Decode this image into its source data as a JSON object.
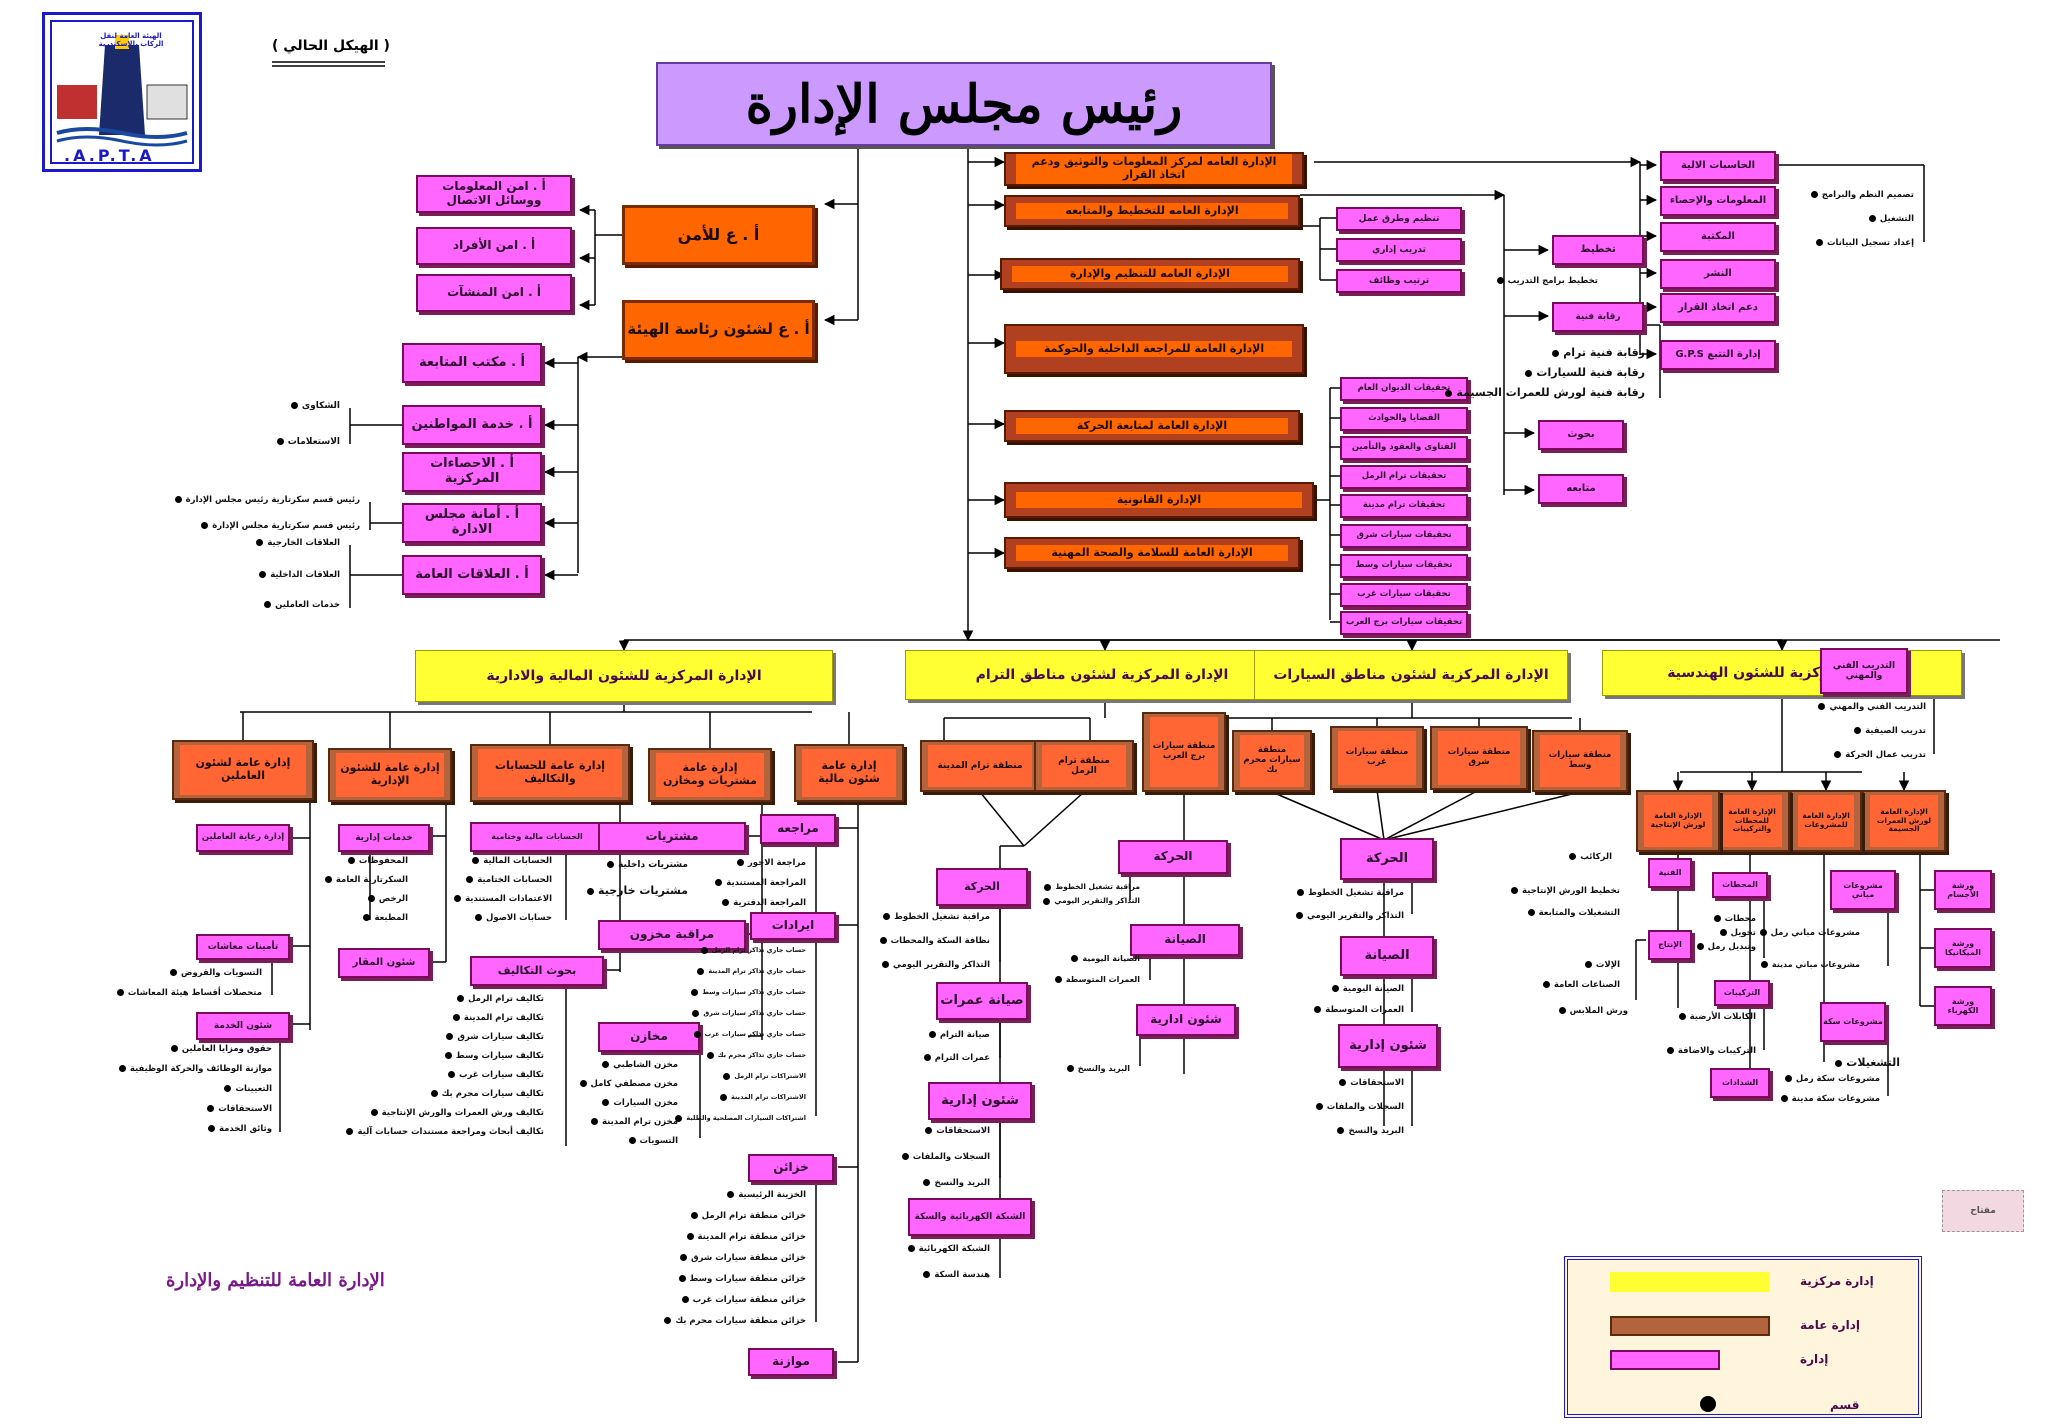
{
  "header": {
    "current_structure": "( الهيكل الحالي )",
    "logo_text": "A.P.T.A.",
    "logo_caption": "الهيئة العامة لنقل الركاب بالإسكندرية",
    "chairman": "رئيس مجلس الإدارة",
    "footer_title": "الإدارة العامة للتنظيم والإدارة"
  },
  "colors": {
    "chairman_fill": "#cc99ff",
    "central_fill": "#ffff33",
    "general_fill": "#ff6600",
    "general_border": "#b04020",
    "dept_fill": "#ff66ff",
    "legend_border": "#1a1acc",
    "legend_fill": "#fff5dd"
  },
  "left_security": {
    "security_gm": "أ . ع للأمن",
    "presidency_gm": "أ . ع لشئون رئاسة الهيئة",
    "security_depts": [
      "أ . امن المعلومات ووسائل الاتصال",
      "أ . امن الأفراد",
      "أ . امن المنشآت"
    ],
    "presidency_depts": [
      "أ . مكتب المتابعة",
      "أ . خدمة المواطنين",
      "أ . الاحصاءات المركزية",
      "أ . أمانة مجلس الادارة",
      "أ . العلاقات العامة"
    ],
    "citizens_items": [
      "الشكاوى",
      "الاستعلامات"
    ],
    "board_items": [
      "رئيس قسم سكرتارية رئيس مجلس الإدارة",
      "رئيس قسم سكرتارية مجلس الإدارة"
    ],
    "pr_items": [
      "العلاقات الخارجية",
      "العلاقات الداخلية",
      "خدمات العاملين"
    ]
  },
  "general_admins": [
    "الإدارة العامه لمركز المعلومات والتوثيق ودعم اتخاذ القرار",
    "الإدارة العامه للتخطيط والمتابعه",
    "الإدارة العامه للتنظيم والإدارة",
    "الإدارة العامة للمراجعة الداخلية والحوكمة",
    "الإدارة العامة لمتابعة الحركة",
    "الإدارة القانونية",
    "الإدارة العامة للسلامة والصحة المهنية"
  ],
  "org_depts": [
    "تنظيم وطرق عمل",
    "تدريب إداري",
    "ترتيب وظائف"
  ],
  "legal_depts": [
    "تحقيقات الديوان العام",
    "القضايا والحوادث",
    "الفتاوى والعقود والتأمين",
    "تحقيقات ترام الرمل",
    "تحقيقات ترام مدينة",
    "تحقيقات سيارات شرق",
    "تحقيقات سيارات وسط",
    "تحقيقات سيارات غرب",
    "تحقيقات سيارات برج العرب"
  ],
  "planning": {
    "depts": [
      "تخطيط",
      "رقابة فنية",
      "بحوث",
      "متابعه"
    ],
    "planning_item": "تخطيط برامج التدريب",
    "control_items": [
      "رقابة فنية ترام",
      "رقابة فنية للسيارات",
      "رقابة فنية لورش للعمرات الجسيمة"
    ]
  },
  "info_center": {
    "depts": [
      "الحاسبات الالية",
      "المعلومات والإحصاء",
      "المكتبة",
      "النشر",
      "دعم اتخاذ القرار",
      "إدارة التتبع G.P.S"
    ],
    "computer_items": [
      "تصميم النظم والبرامج",
      "التشغيل",
      "إعداد تسجيل البيانات"
    ]
  },
  "central_admins": [
    "الإدارة المركزية للشئون المالية والادارية",
    "الإدارة المركزية لشئون مناطق الترام",
    "الإدارة المركزية لشئون مناطق السيارات",
    "الإدارة المركزية للشئون الهندسية"
  ],
  "finance": {
    "general": [
      "إدارة عامة لشئون العاملين",
      "إدارة عامة للشئون الإدارية",
      "إدارة عامة للحسابات والتكاليف",
      "إدارة عامة مشتريات ومخازن",
      "إدارة عامة شئون مالية"
    ],
    "staff_depts": [
      "إدارة رعاية العاملين",
      "تأمينات معاشات",
      "شئون الخدمة"
    ],
    "pension_items": [
      "التسويات والقروض",
      "متحصلات أقساط هيئة المعاشات"
    ],
    "service_items": [
      "حقوق ومزايا العاملين",
      "موازنة الوظائف والحركة الوظيفية",
      "التعيينات",
      "الاستحقاقات",
      "وثائق الخدمة"
    ],
    "admin_depts": [
      "خدمات إدارية",
      "شئون المقار"
    ],
    "admin_items": [
      "المحفوظات",
      "السكرتارية العامة",
      "الرخص",
      "المطبعة"
    ],
    "acc_depts": [
      "الحسابات مالية وختامية",
      "بحوث التكاليف"
    ],
    "acc_items": [
      "الحسابات المالية",
      "الحسابات الختامية",
      "الاعتمادات المستندية",
      "حسابات الاصول"
    ],
    "cost_items": [
      "تكاليف ترام الرمل",
      "تكاليف ترام المدينة",
      "تكاليف سيارات شرق",
      "تكاليف سيارات وسط",
      "تكاليف سيارات غرب",
      "تكاليف سيارات محرم بك",
      "تكاليف ورش العمرات والورش الإنتاجية",
      "تكاليف أبحاث ومراجعة مستندات حسابات آلية"
    ],
    "purch_depts": [
      "مشتريات",
      "مراقبة مخزون",
      "مخازن"
    ],
    "purch_items": [
      "مشتريات داخلية",
      "مشتريات خارجية"
    ],
    "store_items": [
      "مخزن الشاطبي",
      "مخزن مصطفي كامل",
      "مخزن السيارات",
      "مخزن ترام المدينة",
      "التسويات"
    ],
    "fin_depts": [
      "مراجعه",
      "ايرادات",
      "خزائن",
      "موازنة"
    ],
    "review_items": [
      "مراجعة الاجور",
      "المراجعة المستندية",
      "المراجعة الدفترية"
    ],
    "revenue_items": [
      "حساب جاري تذاكر ترام الرمل",
      "حساب جاري تذاكر ترام المدينة",
      "حساب جاري تذاكر سيارات وسط",
      "حساب جاري تذاكر سيارات شرق",
      "حساب جاري تذاكر سيارات غرب",
      "حساب جاري تذاكر محرم بك",
      "الاشتراكات ترام الرمل",
      "الاشتراكات ترام المدينة",
      "اشتراكات السيارات المصلحية والطلبة"
    ],
    "treasury_items": [
      "الخزينة الرئيسية",
      "خزائن منطقة ترام الرمل",
      "خزائن منطقة ترام المدينة",
      "خزائن منطقة سيارات شرق",
      "خزائن منطقة سيارات وسط",
      "خزائن منطقة سيارات غرب",
      "خزائن منطقة سيارات محرم بك"
    ]
  },
  "tram": {
    "zones": [
      "منطقة ترام المدينة",
      "منطقة ترام الرمل"
    ],
    "depts": [
      "الحركة",
      "صيانة عمرات",
      "شئون إدارية",
      "الشبكة الكهربائية والسكة"
    ],
    "movement_items": [
      "مراقبة تشغيل الخطوط",
      "نظافة السكة والمحطات",
      "التذاكر والتقرير اليومي"
    ],
    "maint_items": [
      "صيانة الترام",
      "عمرات الترام"
    ],
    "admin_items": [
      "الاستحقاقات",
      "السجلات والملفات",
      "البريد والنسخ"
    ],
    "network_items": [
      "الشبكة الكهربائية",
      "هندسة السكة"
    ]
  },
  "bus": {
    "zones": [
      "منطقة سيارات برج العرب",
      "منطقة سيارات محرم بك",
      "منطقة سيارات غرب",
      "منطقة سيارات شرق",
      "منطقة سيارات وسط"
    ],
    "bg_depts": [
      "الحركة",
      "الصيانة",
      "شئون ادارية"
    ],
    "bg_move_items": [
      "مراقبة تشغيل الخطوط",
      "التذاكر والتقرير اليومي"
    ],
    "bg_maint_items": [
      "الصيانة اليومية",
      "العمرات المتوسطة"
    ],
    "bg_admin_items": [
      "البريد والنسخ"
    ],
    "depts": [
      "الحركة",
      "الصيانة",
      "شئون إدارية"
    ],
    "move_items": [
      "مراقبة تشغيل الخطوط",
      "التذاكر والتقرير اليومي"
    ],
    "maint_items": [
      "الصيانة اليومية",
      "العمرات المتوسطة"
    ],
    "admin_items": [
      "الاستحقاقات",
      "السجلات والملفات",
      "البريد والنسخ"
    ]
  },
  "engineering": {
    "training": "التدريب الفني والمهني",
    "training_items": [
      "التدريب الفني والمهني",
      "تدريب الصيفية",
      "تدريب عمال الحركة"
    ],
    "general": [
      "الإدارة العامة لورش العمرات الجسيمة",
      "الإدارة العامة للمشروعات",
      "الإدارة العامة للمحطات والتركيبات",
      "الإدارة العامة لورش الإنتاجية"
    ],
    "prod_items": [
      "الركائب",
      "تخطيط الورش الإنتاجية",
      "التشغيلات والمتابعة"
    ],
    "prod_depts": [
      "الفنية",
      "الإنتاج"
    ],
    "tech_items": [
      "الإلات",
      "الصناعات العامة"
    ],
    "prod_item2": "ورش الملابس",
    "station_depts": [
      "المحطات",
      "التركيبات",
      "الشدادات"
    ],
    "station_items": [
      "محطات",
      "تحويل",
      "وتبديل رمل"
    ],
    "install_items": [
      "الكابلات الأرضية",
      "التركيبات والاضافة"
    ],
    "project_depts": [
      "مشروعات مباني",
      "مشروعات سكة"
    ],
    "project_items": [
      "مشروعات مباني رمل",
      "مشروعات مباني مدينة"
    ],
    "project_items2": [
      "التشغيلات",
      "مشروعات سكة رمل",
      "مشروعات سكة مدينة"
    ],
    "workshop_depts": [
      "ورشة الأجسام",
      "ورشة الميكانيكا",
      "ورشة الكهرباء"
    ]
  },
  "legend": {
    "key": "مفتاح",
    "central": "إدارة مركزية",
    "general": "إدارة عامة",
    "dept": "إدارة",
    "section": "قسم"
  }
}
